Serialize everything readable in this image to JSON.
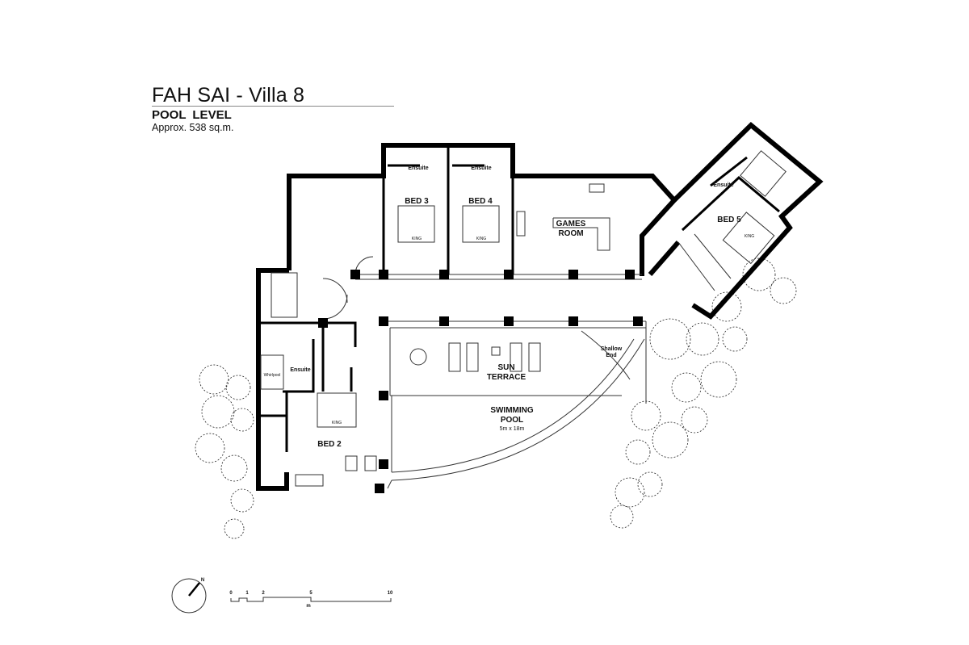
{
  "header": {
    "title": "FAH SAI - Villa 8",
    "level": "POOL  LEVEL",
    "area": "Approx. 538 sq.m."
  },
  "rooms": {
    "ensuite_bed3": "Ensuite",
    "ensuite_bed4": "Ensuite",
    "ensuite_bed5": "Ensuite",
    "ensuite_bed2": "Ensuite",
    "bed3": "BED 3",
    "bed4": "BED 4",
    "bed5": "BED 5",
    "bed2": "BED 2",
    "games_room_1": "GAMES",
    "games_room_2": "ROOM",
    "sun_terrace_1": "SUN",
    "sun_terrace_2": "TERRACE",
    "pool_1": "SWIMMING",
    "pool_2": "POOL",
    "pool_size": "5m x 18m",
    "shallow_1": "Shallow",
    "shallow_2": "End",
    "whirlpool": "Whirlpool",
    "king": "KING"
  },
  "scale": {
    "ticks": [
      "0",
      "1",
      "2",
      "5",
      "10"
    ],
    "unit": "m",
    "north": "N"
  }
}
